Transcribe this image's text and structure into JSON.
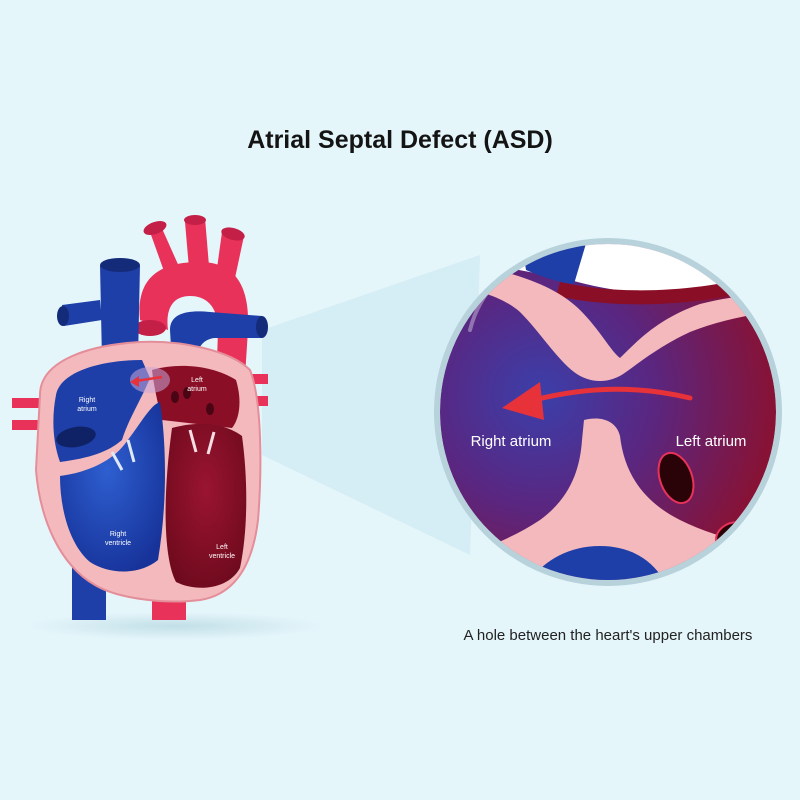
{
  "title": "Atrial Septal Defect (ASD)",
  "caption": "A hole between the heart's upper chambers",
  "heart_labels": {
    "right_atrium": [
      "Right",
      "atrium"
    ],
    "left_atrium": [
      "Left",
      "atrium"
    ],
    "right_ventricle": [
      "Right",
      "ventricle"
    ],
    "left_ventricle": [
      "Left",
      "ventricle"
    ]
  },
  "zoom_labels": {
    "right_atrium": "Right atrium",
    "left_atrium": "Left atrium"
  },
  "colors": {
    "background": "#e5f6fb",
    "deoxygenated": "#1f3fa8",
    "oxygenated": "#e8325a",
    "left_chamber": "#8a0f26",
    "septum": "#f4b9bd",
    "arrow": "#e8323a"
  }
}
